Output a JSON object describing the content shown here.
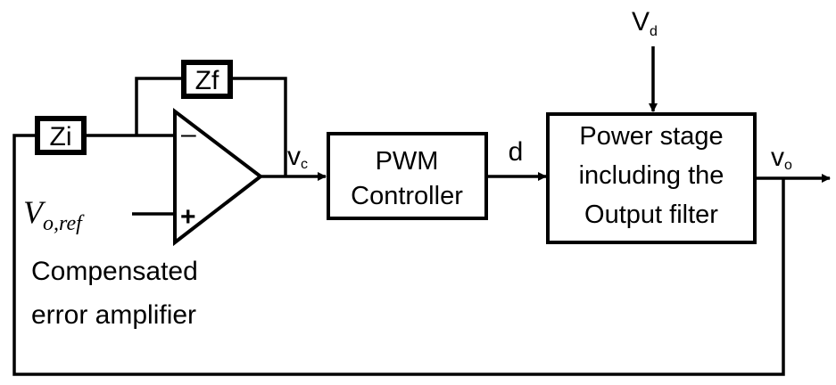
{
  "blocks": {
    "zi": "Zi",
    "zf": "Zf",
    "pwm": [
      "PWM",
      "Controller"
    ],
    "power": [
      "Power stage",
      "including the",
      "Output filter"
    ]
  },
  "opamp": {
    "minus": "–",
    "plus": "+",
    "caption": [
      "Compensated",
      "error amplifier"
    ]
  },
  "signals": {
    "vref_base": "V",
    "vref_sub": "o,ref",
    "vc_base": "v",
    "vc_sub": "c",
    "d": "d",
    "vo_base": "v",
    "vo_sub": "o",
    "vd_base": "V",
    "vd_sub": "d"
  }
}
